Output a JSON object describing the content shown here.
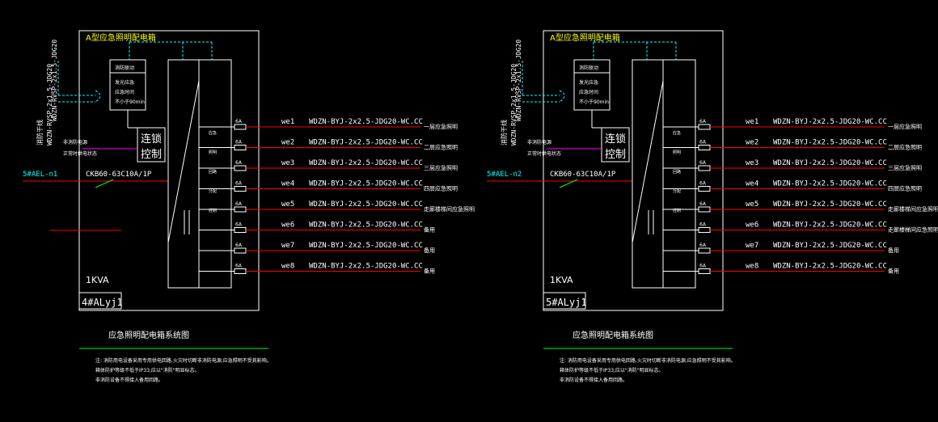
{
  "colors": {
    "background": "#000000",
    "frame": "#ffffff",
    "title": "#ffff00",
    "cyan": "#00ffff",
    "red": "#ff0000",
    "magenta": "#ff00ff",
    "green": "#00ff00",
    "label": "#ffffff"
  },
  "panels": [
    {
      "title": "A型应急照明配电箱",
      "feeder_cable": "WDZN-RVSP-2x1.5-JDG20",
      "fire_signal": "消防干线",
      "incoming_cable": "WDZN-RVSP-2x1.5-JDG20",
      "module_lines": [
        "消防联动",
        "发光应急",
        "应急时间",
        "不小于90min"
      ],
      "interlock_label": "连锁控制",
      "magenta_label_1": "非消防电源",
      "magenta_label_2": "正常时供电状态",
      "source_label": "5#AEL-n1",
      "breaker": "CKB60-63C10A/1P",
      "capacity": "1KVA",
      "panel_id": "4#ALyj1",
      "circuits": [
        {
          "fuse": "6A",
          "code": "we1",
          "cable": "WDZN-BYJ-2x2.5-JDG20-WC.CC",
          "dest": "一层应急照明"
        },
        {
          "fuse": "6A",
          "code": "we2",
          "cable": "WDZN-BYJ-2x2.5-JDG20-WC.CC",
          "dest": "二层应急照明"
        },
        {
          "fuse": "6A",
          "code": "we3",
          "cable": "WDZN-BYJ-2x2.5-JDG20-WC.CC",
          "dest": "三层应急照明"
        },
        {
          "fuse": "6A",
          "code": "we4",
          "cable": "WDZN-BYJ-2x2.5-JDG20-WC.CC",
          "dest": "四层应急照明"
        },
        {
          "fuse": "6A",
          "code": "we5",
          "cable": "WDZN-BYJ-2x2.5-JDG20-WC.CC",
          "dest": "走廊楼梯间应急照明"
        },
        {
          "fuse": "6A",
          "code": "we6",
          "cable": "WDZN-BYJ-2x2.5-JDG20-WC.CC",
          "dest": "备用"
        },
        {
          "fuse": "6A",
          "code": "we7",
          "cable": "WDZN-BYJ-2x2.5-JDG20-WC.CC",
          "dest": "备用"
        },
        {
          "fuse": "6A",
          "code": "we8",
          "cable": "WDZN-BYJ-2x2.5-JDG20-WC.CC",
          "dest": "备用"
        }
      ],
      "bus_labels": [
        "应急",
        "照明",
        "回路",
        "分配",
        "控制"
      ],
      "caption": "应急照明配电箱系统图",
      "notes": [
        "注: 消防用电设备采用专用供电回路,火灾时切断非消防电源,应急照明不受其影响。",
        "箱体防护等级不低于IP33,应以\"消防\"明显标志。",
        "非消防设备不得接入备用回路。"
      ]
    },
    {
      "title": "A型应急照明配电箱",
      "feeder_cable": "WDZN-RVSP-2x1.5-JDG20",
      "fire_signal": "消防干线",
      "incoming_cable": "WDZN-RVSP-2x1.5-JDG20",
      "module_lines": [
        "消防联动",
        "发光应急",
        "应急时间",
        "不小于90min"
      ],
      "interlock_label": "连锁控制",
      "magenta_label_1": "非消防电源",
      "magenta_label_2": "正常时供电状态",
      "source_label": "5#AEL-n2",
      "breaker": "CKB60-63C10A/1P",
      "capacity": "1KVA",
      "panel_id": "5#ALyj1",
      "circuits": [
        {
          "fuse": "6A",
          "code": "we1",
          "cable": "WDZN-BYJ-2x2.5-JDG20-WC.CC",
          "dest": "一层应急照明"
        },
        {
          "fuse": "6A",
          "code": "we2",
          "cable": "WDZN-BYJ-2x2.5-JDG20-WC.CC",
          "dest": "二层应急照明"
        },
        {
          "fuse": "6A",
          "code": "we3",
          "cable": "WDZN-BYJ-2x2.5-JDG20-WC.CC",
          "dest": "三层应急照明"
        },
        {
          "fuse": "6A",
          "code": "we4",
          "cable": "WDZN-BYJ-2x2.5-JDG20-WC.CC",
          "dest": "四层应急照明"
        },
        {
          "fuse": "6A",
          "code": "we5",
          "cable": "WDZN-BYJ-2x2.5-JDG20-WC.CC",
          "dest": "走廊楼梯间应急照明"
        },
        {
          "fuse": "6A",
          "code": "we6",
          "cable": "WDZN-BYJ-2x2.5-JDG20-WC.CC",
          "dest": "走廊楼梯间应急照明"
        },
        {
          "fuse": "6A",
          "code": "we7",
          "cable": "WDZN-BYJ-2x2.5-JDG20-WC.CC",
          "dest": "备用"
        },
        {
          "fuse": "6A",
          "code": "we8",
          "cable": "WDZN-BYJ-2x2.5-JDG20-WC.CC",
          "dest": "备用"
        }
      ],
      "bus_labels": [
        "应急",
        "照明",
        "回路",
        "分配",
        "控制"
      ],
      "caption": "应急照明配电箱系统图",
      "notes": [
        "注: 消防用电设备采用专用供电回路,火灾时切断非消防电源,应急照明不受其影响。",
        "箱体防护等级不低于IP33,应以\"消防\"明显标志。",
        "非消防设备不得接入备用回路。"
      ]
    }
  ]
}
